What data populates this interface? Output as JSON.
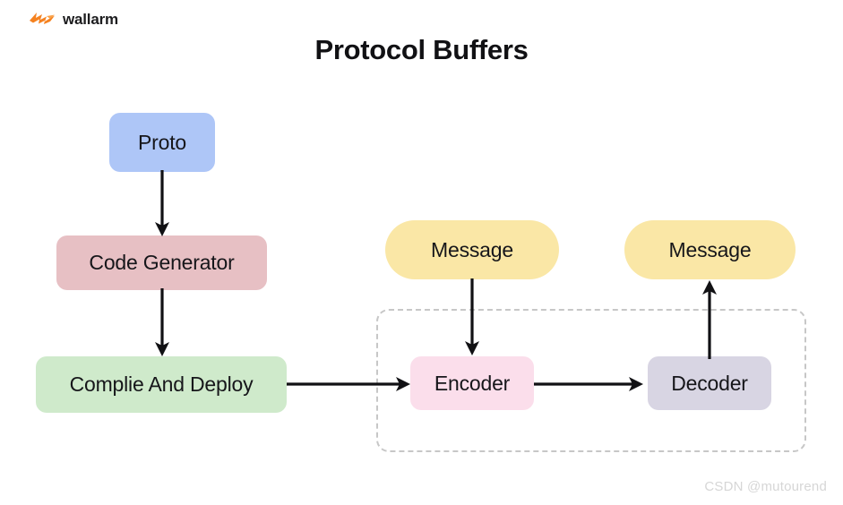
{
  "brand": {
    "name": "wallarm",
    "logo_icon": "wallarm-bolt-icon",
    "logo_color": "#f58220"
  },
  "title": "Protocol Buffers",
  "colors": {
    "background": "#ffffff",
    "text": "#16161a",
    "title": "#111114",
    "arrow": "#111114",
    "group_border": "#c7c7c7",
    "proto": "#aec6f7",
    "code_generator": "#e7c0c4",
    "compile_and_deploy": "#cfeacb",
    "message": "#fae7a6",
    "encoder": "#fbdeeb",
    "decoder": "#d8d5e3",
    "watermark": "#d6d6d6"
  },
  "diagram": {
    "type": "flowchart",
    "nodes": [
      {
        "id": "proto",
        "label": "Proto",
        "shape": "rounded-rect",
        "color": "#aec6f7"
      },
      {
        "id": "codegen",
        "label": "Code Generator",
        "shape": "rounded-rect",
        "color": "#e7c0c4"
      },
      {
        "id": "compile",
        "label": "Complie And Deploy",
        "shape": "rounded-rect",
        "color": "#cfeacb"
      },
      {
        "id": "message-1",
        "label": "Message",
        "shape": "pill",
        "color": "#fae7a6"
      },
      {
        "id": "message-2",
        "label": "Message",
        "shape": "pill",
        "color": "#fae7a6"
      },
      {
        "id": "encoder",
        "label": "Encoder",
        "shape": "rounded-rect",
        "color": "#fbdeeb"
      },
      {
        "id": "decoder",
        "label": "Decoder",
        "shape": "rounded-rect",
        "color": "#d8d5e3"
      }
    ],
    "edges": [
      {
        "from": "proto",
        "to": "codegen",
        "direction": "down"
      },
      {
        "from": "codegen",
        "to": "compile",
        "direction": "down"
      },
      {
        "from": "compile",
        "to": "encoder",
        "direction": "right"
      },
      {
        "from": "message-1",
        "to": "encoder",
        "direction": "down"
      },
      {
        "from": "encoder",
        "to": "decoder",
        "direction": "right"
      },
      {
        "from": "decoder",
        "to": "message-2",
        "direction": "up"
      }
    ],
    "group": {
      "label": "",
      "style": "dashed",
      "contains": [
        "encoder",
        "decoder"
      ]
    }
  },
  "watermark": "CSDN @mutourend"
}
